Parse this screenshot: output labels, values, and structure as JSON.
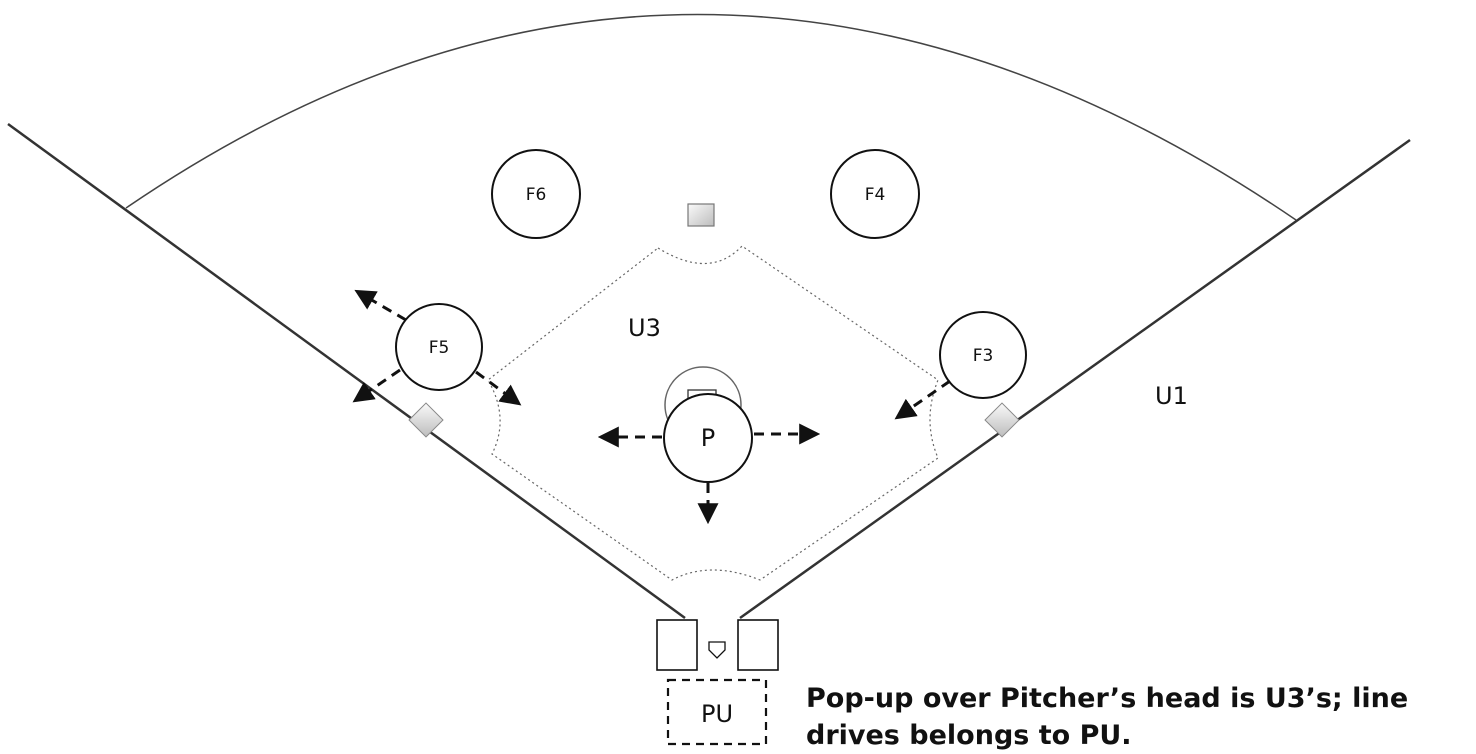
{
  "players": {
    "f6": "F6",
    "f4": "F4",
    "f5": "F5",
    "f3": "F3",
    "pitcher": "P"
  },
  "umpires": {
    "u3": "U3",
    "u1": "U1",
    "plate": "PU"
  },
  "caption": {
    "line1": "Pop-up over Pitcher’s head is U3’s; line",
    "line2": "drives belongs to PU."
  }
}
